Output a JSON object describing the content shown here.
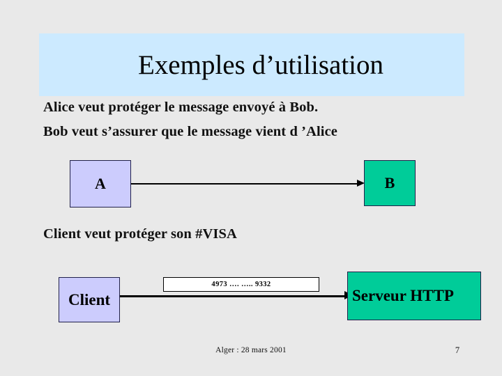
{
  "slide": {
    "title": "Exemples d’utilisation",
    "title_band_color": "#cceaff",
    "background_color": "#e9e9e9",
    "body_lines": [
      "Alice veut protéger le message envoyé à  Bob.",
      "Bob veut s’assurer que le message vient d ’Alice",
      "Client veut protéger son #VISA"
    ],
    "diagram_1": {
      "source_node": {
        "label": "A",
        "fill": "#ccccfd",
        "border": "#20204a"
      },
      "target_node": {
        "label": "B",
        "fill": "#00cc99",
        "border": "#20204a"
      },
      "connector": "arrow-right"
    },
    "diagram_2": {
      "source_node": {
        "label": "Client",
        "fill": "#ccccfd",
        "border": "#20204a"
      },
      "target_node": {
        "label": "Serveur HTTP",
        "fill": "#00cc99",
        "border": "#20204a"
      },
      "connector": "arrow-right",
      "data_label": "4973 …. ….. 9332"
    },
    "footer": {
      "text": "Alger : 28 mars 2001",
      "page_number": "7"
    }
  }
}
